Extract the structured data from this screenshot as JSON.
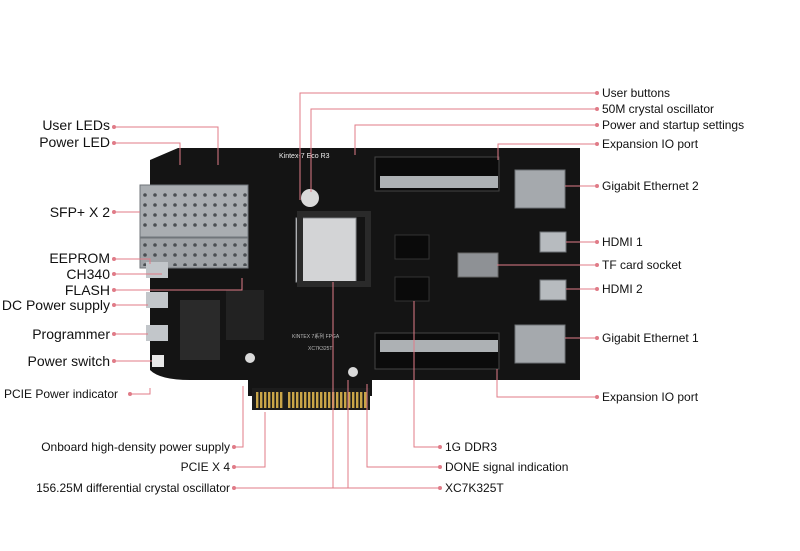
{
  "board": {
    "silk_title": "Kintex-7 Eco R3",
    "silk_model": "XC7K325T",
    "silk_note": "KINTEX 7系列 FPGA"
  },
  "labels": {
    "user_leds": "User LEDs",
    "power_led": "Power LED",
    "sfp": "SFP+ X 2",
    "eeprom": "EEPROM",
    "ch340": "CH340",
    "flash": "FLASH",
    "dc_power": "DC Power supply",
    "programmer": "Programmer",
    "power_switch": "Power switch",
    "pcie_power": "PCIE Power indicator",
    "onboard_power": "Onboard high-density power supply",
    "pcie_x4": "PCIE X 4",
    "crystal_156": "156.25M differential crystal oscillator",
    "user_buttons": "User buttons",
    "crystal_50m": "50M crystal oscillator",
    "power_startup": "Power and startup settings",
    "expansion_top": "Expansion IO port",
    "gige2": "Gigabit Ethernet 2",
    "hdmi1": "HDMI 1",
    "tf_card": "TF card socket",
    "hdmi2": "HDMI 2",
    "gige1": "Gigabit Ethernet 1",
    "expansion_bottom": "Expansion IO port",
    "ddr3": "1G DDR3",
    "done_signal": "DONE signal indication",
    "xc7k": "XC7K325T"
  },
  "colors": {
    "leader": "#e07b87",
    "board": "#141414",
    "connector": "#b0b4b8"
  }
}
